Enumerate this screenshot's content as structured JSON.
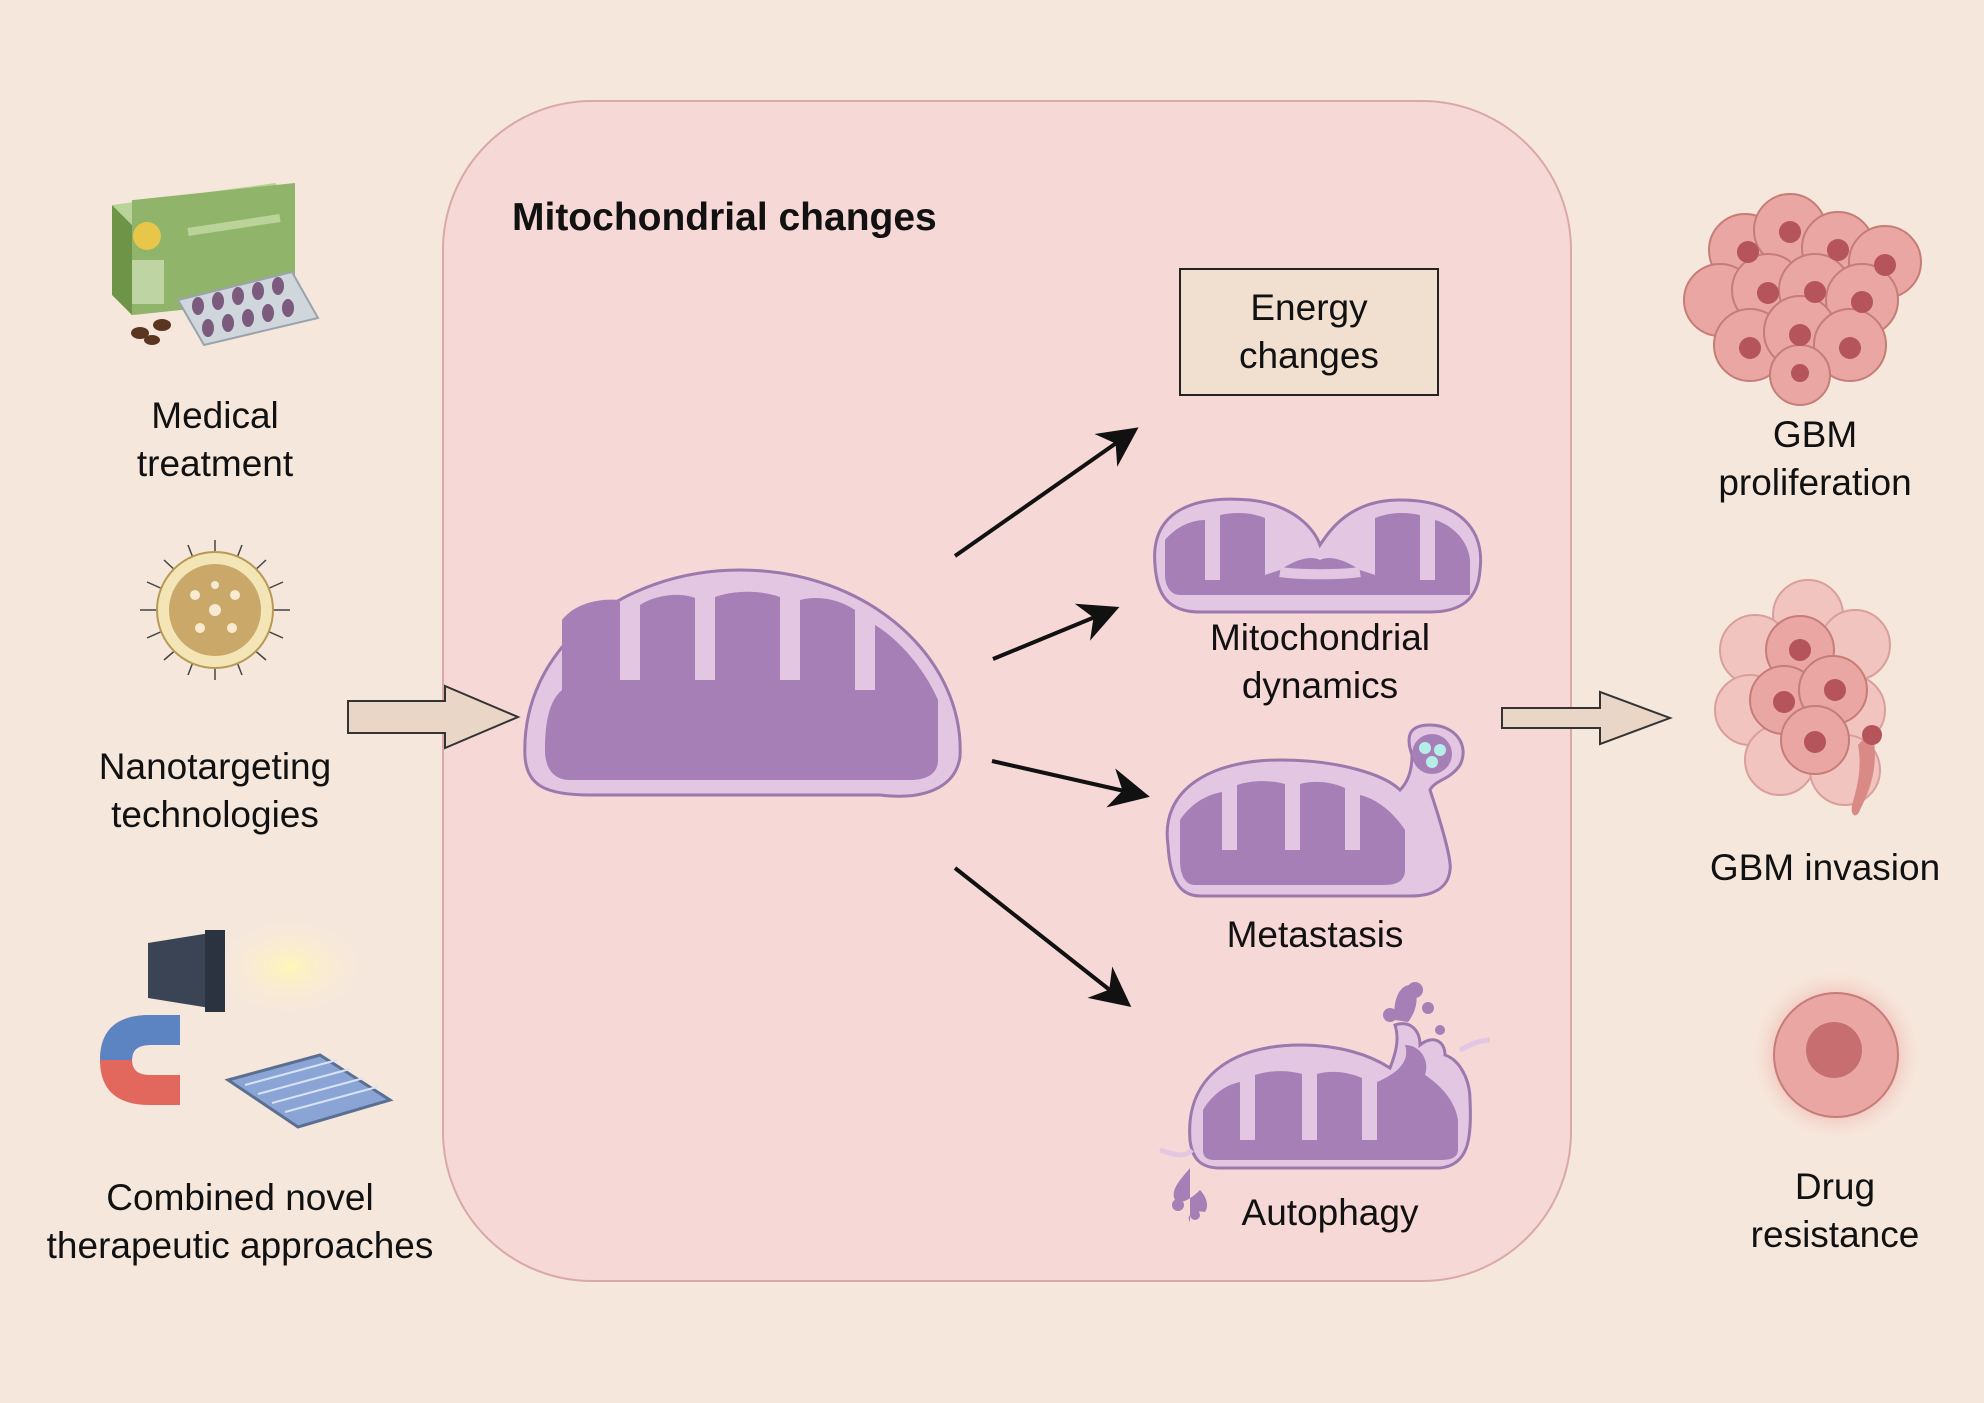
{
  "panel": {
    "title": "Mitochondrial changes"
  },
  "interventions": [
    {
      "label": "Medical\ntreatment",
      "icon": "pill-box-icon"
    },
    {
      "label": "Nanotargeting\ntechnologies",
      "icon": "nanoparticle-icon"
    },
    {
      "label": "Combined novel\ntherapeutic approaches",
      "icon": "light-magnet-solar-icon"
    }
  ],
  "changes": {
    "energy": "Energy\nchanges",
    "dynamics": "Mitochondrial\ndynamics",
    "metastasis": "Metastasis",
    "autophagy": "Autophagy"
  },
  "outcomes": [
    {
      "label": "GBM\nproliferation",
      "icon": "tumor-cluster-icon"
    },
    {
      "label": "GBM invasion",
      "icon": "invading-cells-icon"
    },
    {
      "label": "Drug\nresistance",
      "icon": "resistant-cell-icon"
    }
  ],
  "colors": {
    "background": "#f6e7dc",
    "panel": "#f6d8d6",
    "mito_outer": "#e2c6e2",
    "mito_inner": "#a57fb6",
    "cell": "#e9a6a2",
    "nucleus": "#b5545a",
    "block_arrow": "#ead6c6"
  }
}
